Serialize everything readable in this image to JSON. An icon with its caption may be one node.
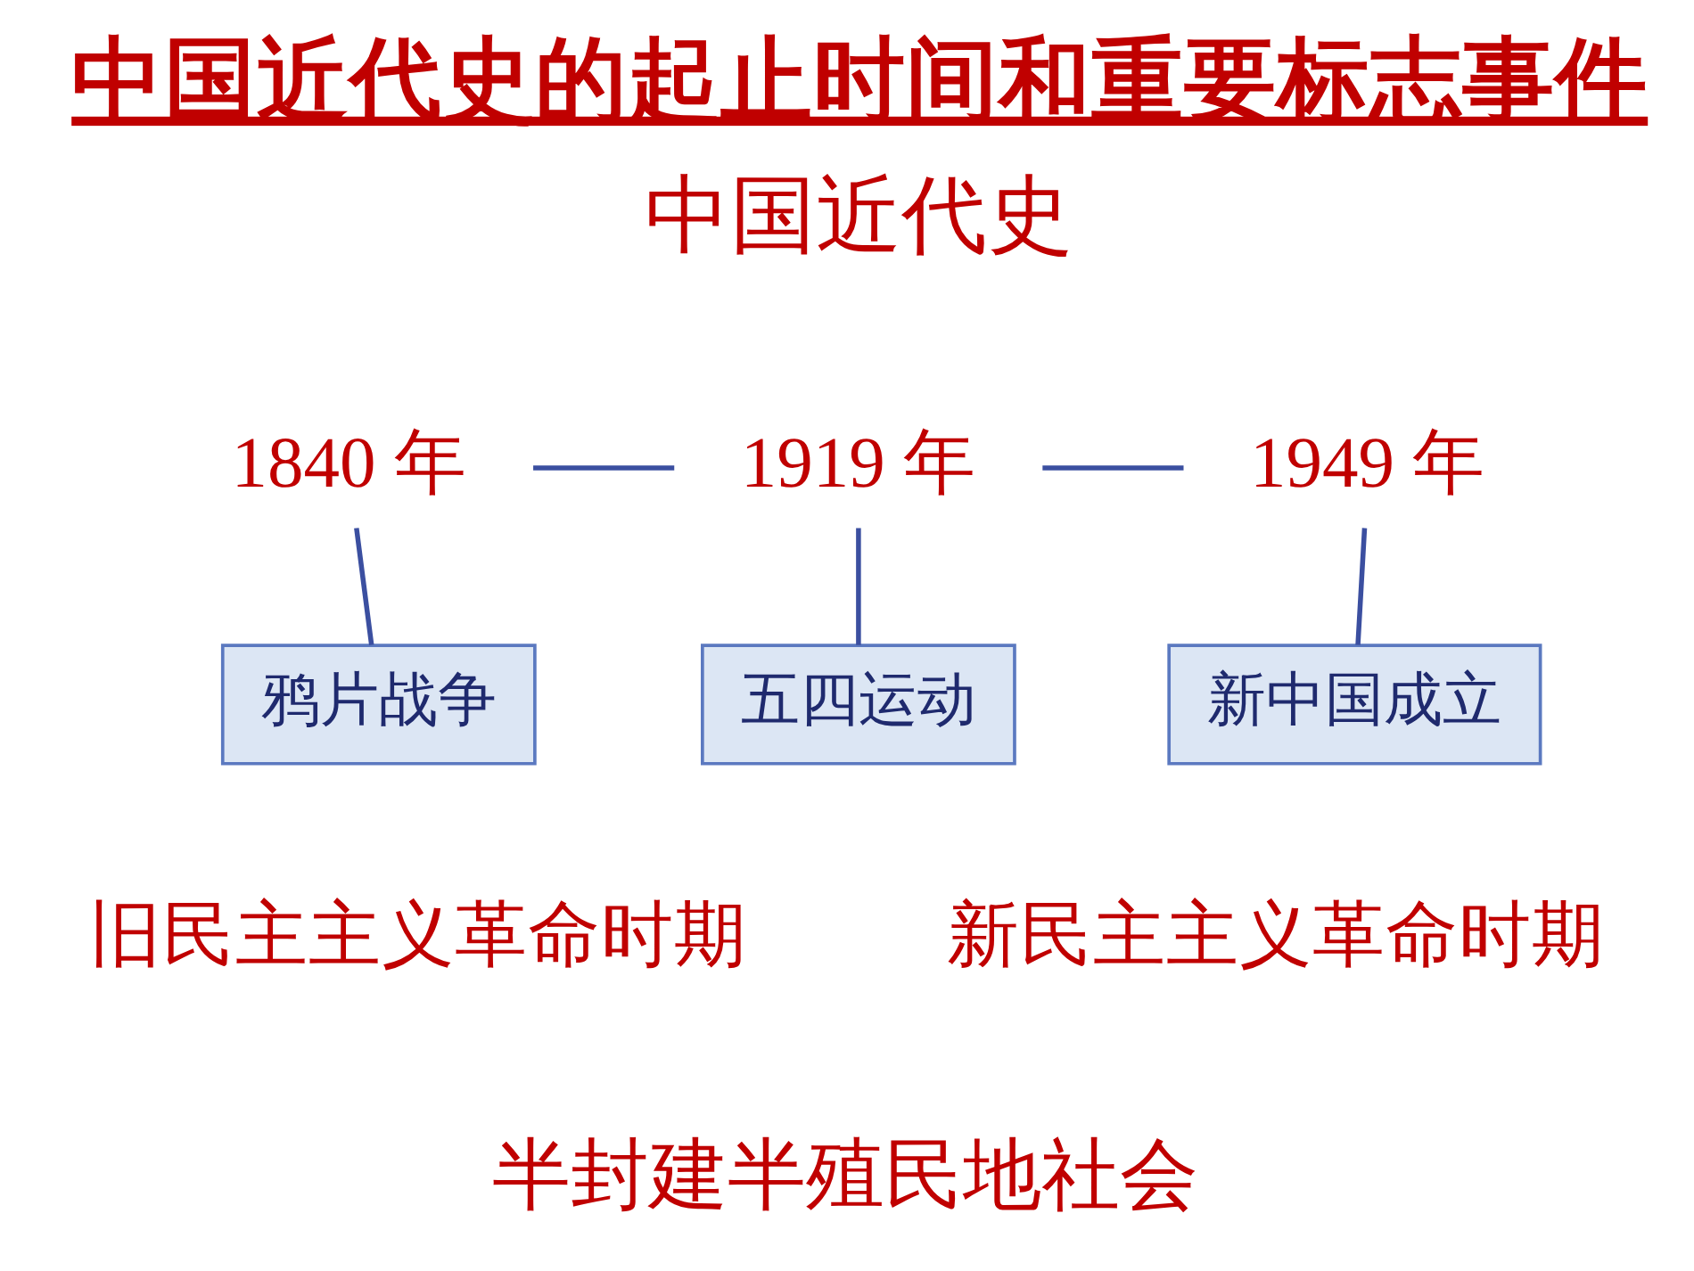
{
  "diagram": {
    "title": "中国近代史的起止时间和重要标志事件",
    "nodes": [
      {
        "text": [
          "中国近代史"
        ]
      },
      {
        "text": [
          "1840 年"
        ]
      },
      {
        "text": [
          "1919 年"
        ]
      },
      {
        "text": [
          "1949 年"
        ]
      },
      {
        "text": [
          "鸦片战争"
        ]
      },
      {
        "text": [
          "五四运动"
        ]
      },
      {
        "text": [
          "新中国成立"
        ]
      },
      {
        "text": [
          "旧民主主义革命时期"
        ]
      },
      {
        "text": [
          "新民主主义革命时期"
        ]
      },
      {
        "text": [
          "半封建半殖民地社会"
        ]
      }
    ],
    "edges": [
      {
        "from": 1,
        "to": 2,
        "arrow": "none"
      },
      {
        "from": 2,
        "to": 3,
        "arrow": "none"
      },
      {
        "from": 1,
        "to": 4,
        "arrow": "none"
      },
      {
        "from": 2,
        "to": 5,
        "arrow": "none"
      },
      {
        "from": 3,
        "to": 6,
        "arrow": "none"
      }
    ]
  }
}
